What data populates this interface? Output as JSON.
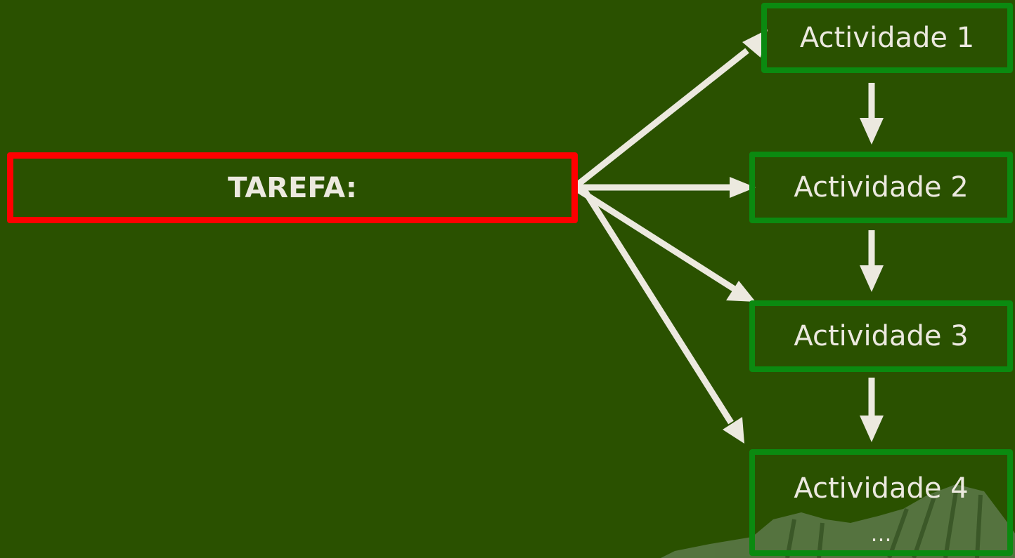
{
  "colors": {
    "background": "#2a5100",
    "task_border": "#ff0000",
    "activity_border": "#0b8a10",
    "arrow": "#ece9df",
    "text": "#ece9df",
    "mountain": "#5d7a4a"
  },
  "task": {
    "label": "TAREFA:"
  },
  "activities": [
    {
      "label": "Actividade 1"
    },
    {
      "label": "Actividade 2"
    },
    {
      "label": "Actividade 3"
    },
    {
      "label": "Actividade 4",
      "continuation": "…"
    }
  ],
  "decoration": {
    "icon": "mountain-silhouette"
  }
}
